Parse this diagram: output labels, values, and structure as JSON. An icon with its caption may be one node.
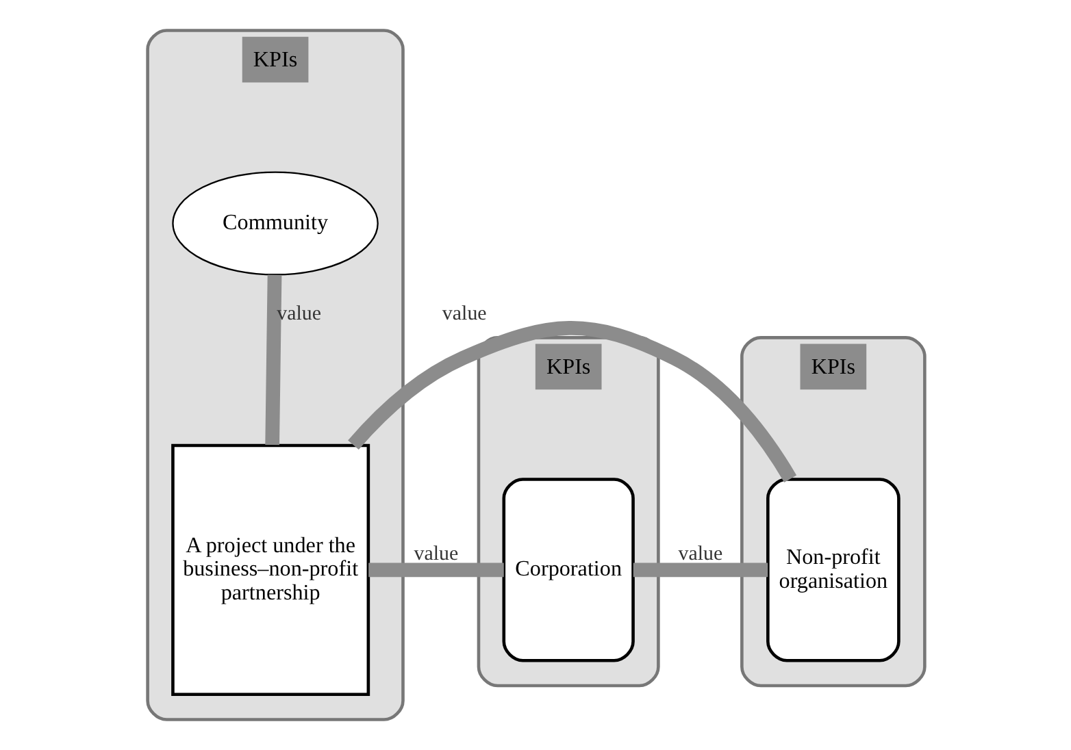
{
  "diagram": {
    "nodes": [
      {
        "text": [
          "KPIs"
        ]
      },
      {
        "text": [
          "Corporation"
        ],
        "in": 0
      },
      {
        "text": [
          "KPIs"
        ]
      },
      {
        "text": [
          "Community"
        ],
        "in": 2
      },
      {
        "text": [
          "A project under the business–non-profit partnership"
        ],
        "in": 2
      },
      {
        "text": [
          "KPIs"
        ]
      },
      {
        "text": [
          "Non-profit organisation"
        ],
        "in": 5
      }
    ],
    "edges": [
      {
        "from": 3,
        "to": 4,
        "arrow": "none",
        "label": "value"
      },
      {
        "from": 1,
        "to": 4,
        "arrow": "none",
        "label": "value"
      },
      {
        "from": 4,
        "to": 6,
        "arrow": "none",
        "label": "value"
      },
      {
        "from": 1,
        "to": 6,
        "arrow": "none",
        "label": "value"
      }
    ]
  }
}
